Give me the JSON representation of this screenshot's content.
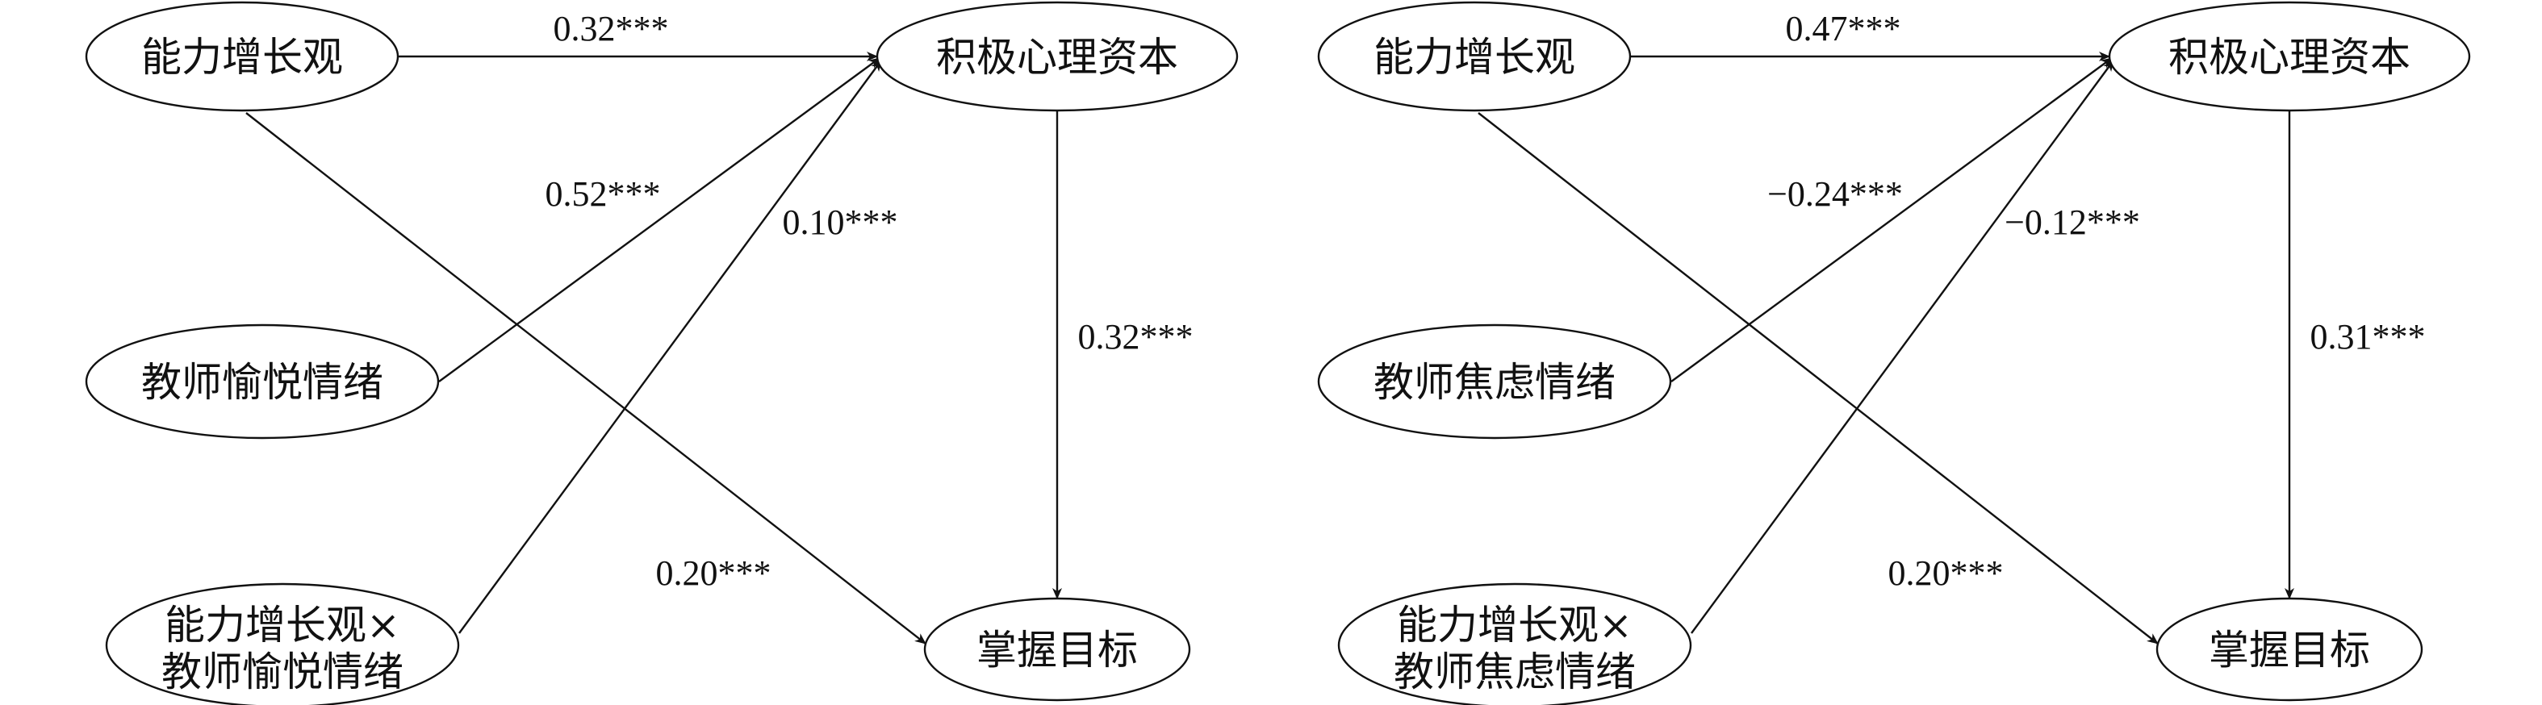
{
  "panels": [
    {
      "nodes": {
        "growth_mindset": "能力增长观",
        "positive_capital": "积极心理资本",
        "teacher_emotion": "教师愉悦情绪",
        "interaction_line1": "能力增长观×",
        "interaction_line2": "教师愉悦情绪",
        "mastery_goal": "掌握目标"
      },
      "paths": {
        "growth_to_capital": "0.32***",
        "emotion_to_capital": "0.52***",
        "interaction_to_capital": "0.10***",
        "growth_to_mastery": "0.20***",
        "capital_to_mastery": "0.32***"
      }
    },
    {
      "nodes": {
        "growth_mindset": "能力增长观",
        "positive_capital": "积极心理资本",
        "teacher_emotion": "教师焦虑情绪",
        "interaction_line1": "能力增长观×",
        "interaction_line2": "教师焦虑情绪",
        "mastery_goal": "掌握目标"
      },
      "paths": {
        "growth_to_capital": "0.47***",
        "emotion_to_capital": "−0.24***",
        "interaction_to_capital": "−0.12***",
        "growth_to_mastery": "0.20***",
        "capital_to_mastery": "0.31***"
      }
    }
  ]
}
